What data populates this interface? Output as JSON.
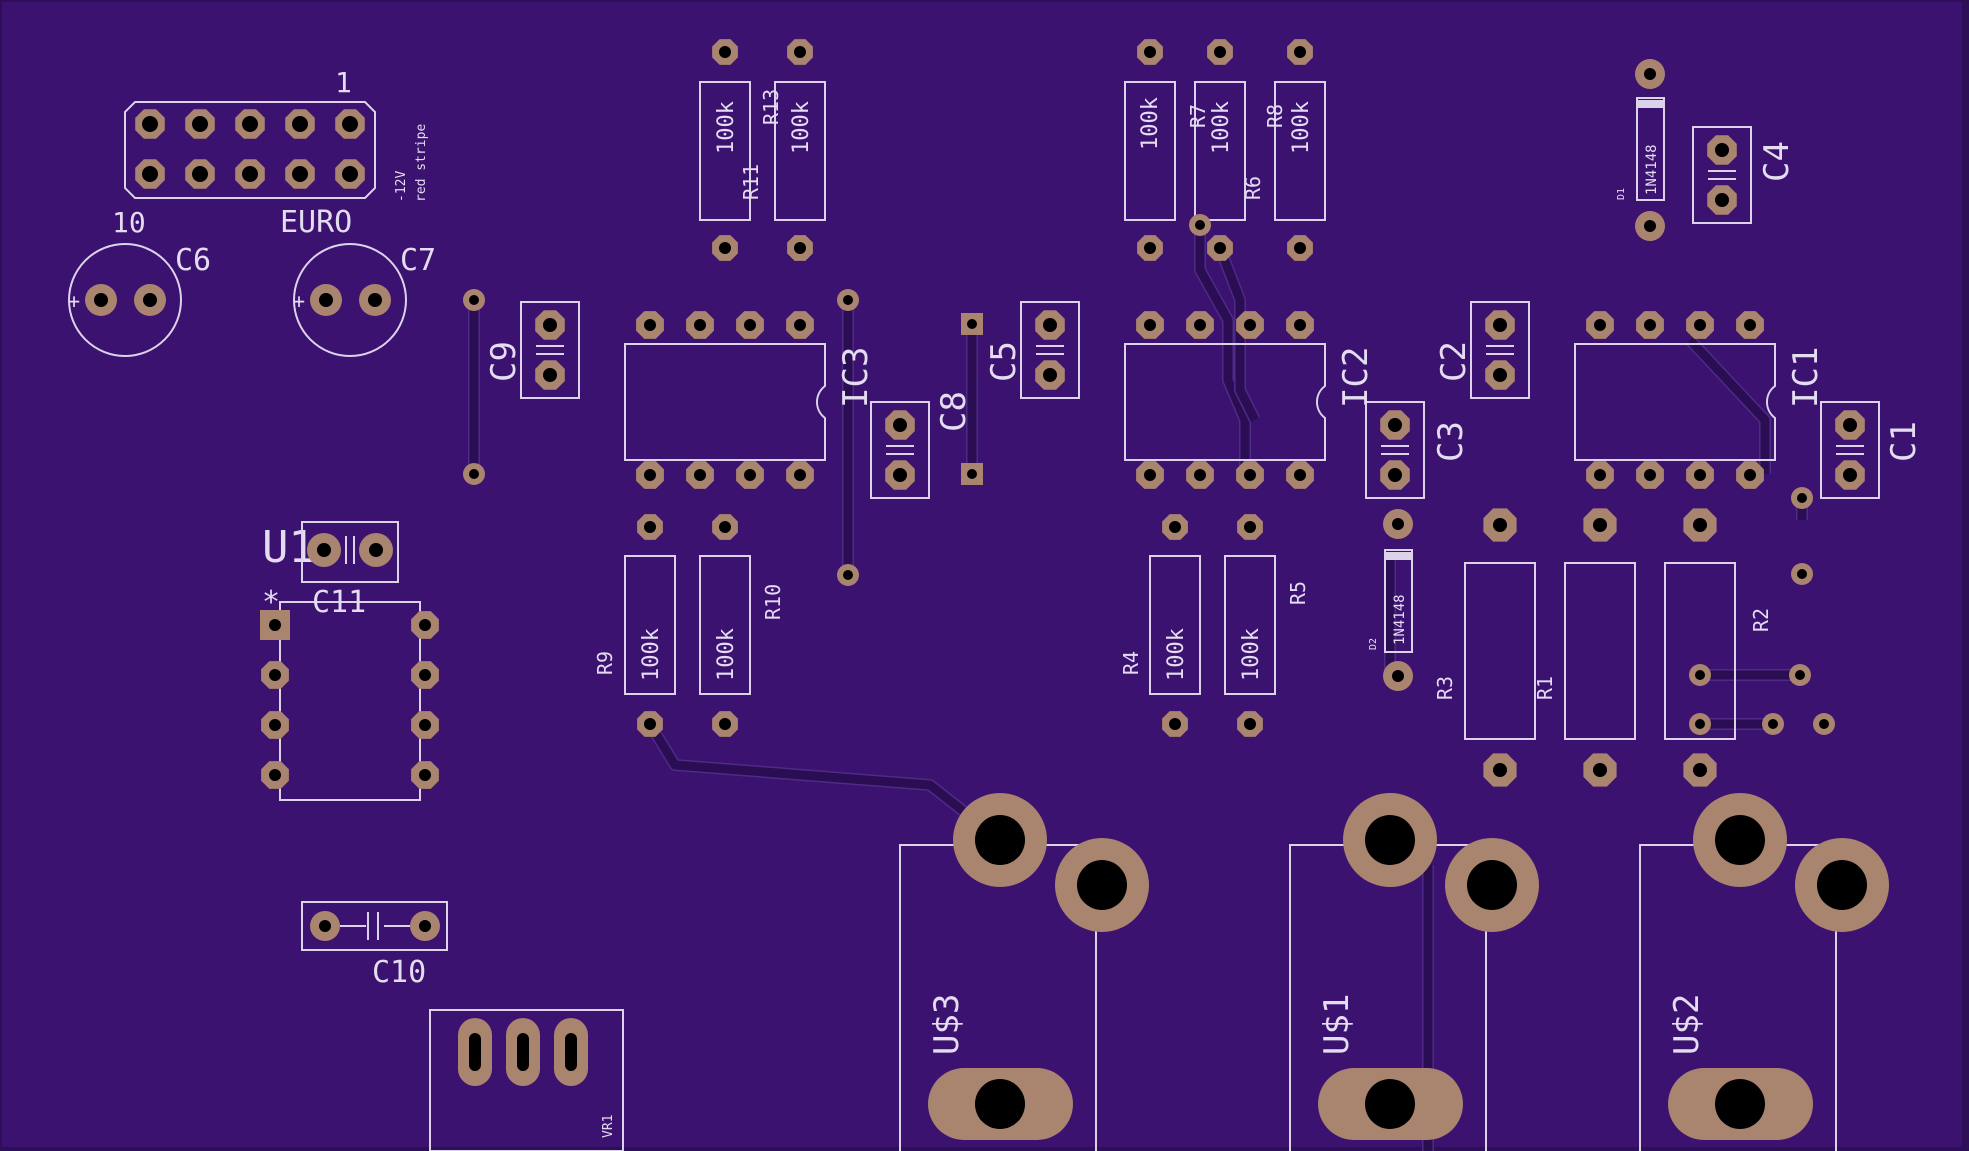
{
  "board": {
    "colors": {
      "background": "#2c0f56",
      "board": "#3b1270",
      "silkscreen": "#dcd3ea",
      "copper": "#a9846f"
    }
  },
  "header": {
    "pin1": "1",
    "pin10": "10",
    "name": "EURO",
    "note1": "-12V",
    "note2": "red stripe"
  },
  "resistors": [
    {
      "ref": "R11",
      "value": "100k"
    },
    {
      "ref": "R13",
      "value": "100k"
    },
    {
      "ref": "R7",
      "value": "100k"
    },
    {
      "ref": "R6",
      "value": "100k"
    },
    {
      "ref": "R8",
      "value": "100k"
    },
    {
      "ref": "R9",
      "value": "100k"
    },
    {
      "ref": "R10",
      "value": "100k"
    },
    {
      "ref": "R4",
      "value": "100k"
    },
    {
      "ref": "R5",
      "value": "100k"
    },
    {
      "ref": "R3",
      "value": ""
    },
    {
      "ref": "R1",
      "value": ""
    },
    {
      "ref": "R2",
      "value": ""
    }
  ],
  "capacitors": [
    "C6",
    "C7",
    "C9",
    "C5",
    "C8",
    "C2",
    "C3",
    "C4",
    "C1",
    "C11",
    "C10"
  ],
  "ics": [
    "IC3",
    "IC2",
    "IC1",
    "U1"
  ],
  "diodes": [
    {
      "ref": "D1",
      "value": "1N4148"
    },
    {
      "ref": "D2",
      "value": "1N4148"
    }
  ],
  "jacks": [
    "U$3",
    "U$1",
    "U$2"
  ],
  "trimmer": "VR1",
  "pin1_marker": "*",
  "polarity": "+"
}
